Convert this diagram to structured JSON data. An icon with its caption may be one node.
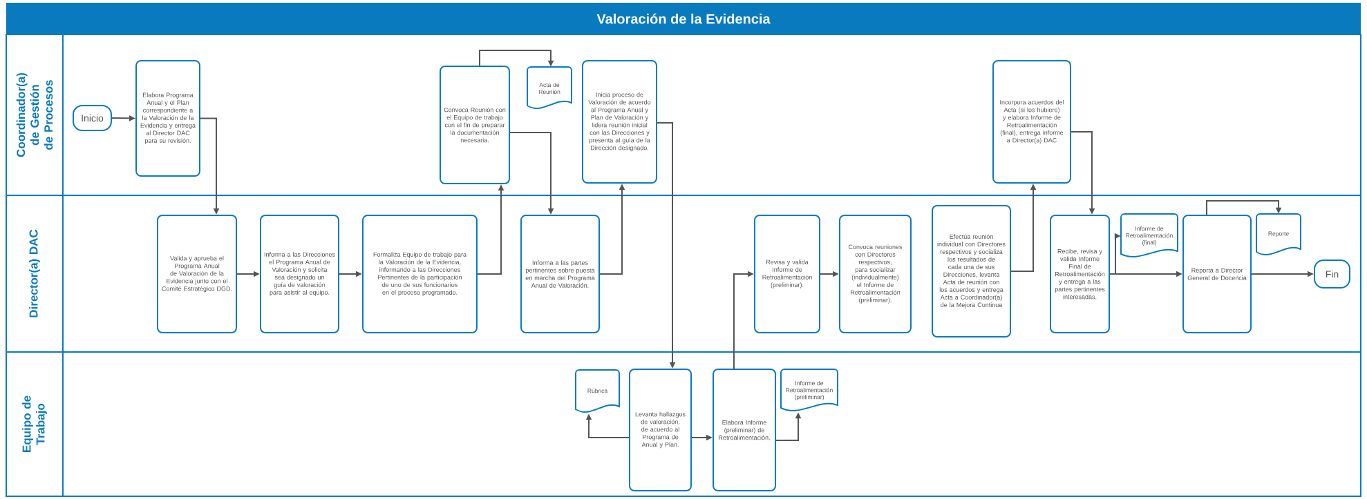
{
  "diagram": {
    "title": "Valoración de la Evidencia",
    "nodes": [
      {
        "text": [
          "Coordinador(a) de Gestión de Procesos"
        ]
      },
      {
        "text": [
          "Inicio"
        ],
        "in": 0
      },
      {
        "text": [
          "Elabora Programa Anual y el Plan correspondiente a la Valoración de la Evidencia y entrega al Director DAC para su revisión."
        ],
        "in": 0
      },
      {
        "text": [
          "Convoca Reunión con el Equipo de trabajo con el fin de preparar la documentación necesaria."
        ],
        "in": 0
      },
      {
        "text": [
          "Acta de Reunión"
        ],
        "in": 0
      },
      {
        "text": [
          "Inicia proceso de Valoración de acuerdo al Programa Anual y Plan de Valoración y lidera reunión inicial con las Direcciones y presenta al guía de la Dirección designado."
        ],
        "in": 0
      },
      {
        "text": [
          "Incorpora acuerdos del Acta (si los hubiere) y elabora Informe de Retroalimentación (final), entrega informe a Director(a) DAC"
        ],
        "in": 0
      },
      {
        "text": [
          "Director(a) DAC"
        ]
      },
      {
        "text": [
          "Valida y aprueba el Programa Anual de Valoración de la Evidencia junto con el Comité Estratégico DGD."
        ],
        "in": 7
      },
      {
        "text": [
          "Informa a las Direcciones el Programa Anual de Valoración y solicita sea designado un guía de valoración para asistir al equipo."
        ],
        "in": 7
      },
      {
        "text": [
          "Formaliza Equipo de trabajo para la Valoración de la Evidencia, informando a las Direcciones Pertinentes de la participación de uno de sus funcionarios en el proceso programado."
        ],
        "in": 7
      },
      {
        "text": [
          "Informa a las partes pertinentes sobre puesta en marcha del Programa Anual de Valoración."
        ],
        "in": 7
      },
      {
        "text": [
          "Revisa y valida Informe de Retroalimentación (preliminar)."
        ],
        "in": 7
      },
      {
        "text": [
          "Convoca reuniones con Directores respectivos, para socializar (individualmente) el Informe de Retroalimentación (preliminar)."
        ],
        "in": 7
      },
      {
        "text": [
          "Efectúa reunión individual con Directores respectivos y socializa los resultados de cada una de sus Direcciones, levanta Acta de reunión con los acuerdos y entrega Acta a Coordinador(a) de la Mejora Continua"
        ],
        "in": 7
      },
      {
        "text": [
          "Recibe, revisa y valida Informe Final de Retroalimentación y entrega a las partes pertinentes interesadas."
        ],
        "in": 7
      },
      {
        "text": [
          "Informe de Retroalimentación (final)"
        ],
        "in": 7
      },
      {
        "text": [
          "Reporta a Director General de Docencia"
        ],
        "in": 7
      },
      {
        "text": [
          "Reporte"
        ],
        "in": 7
      },
      {
        "text": [
          "Fin"
        ],
        "in": 7
      },
      {
        "text": [
          "Equipo de Trabajo"
        ]
      },
      {
        "text": [
          "Rúbrica"
        ],
        "in": 20
      },
      {
        "text": [
          "Levanta hallazgos de valoración, de acuerdo al Programa de Anual y Plan."
        ],
        "in": 20
      },
      {
        "text": [
          "Elabora Informe (preliminar) de Retroalimentación."
        ],
        "in": 20
      },
      {
        "text": [
          "Informe de Retroalimentación (preliminar)"
        ],
        "in": 20
      }
    ],
    "edges": [
      {
        "from": 1,
        "to": 2,
        "arrow": "to"
      },
      {
        "from": 2,
        "to": 8,
        "arrow": "to"
      },
      {
        "from": 8,
        "to": 9,
        "arrow": "to"
      },
      {
        "from": 9,
        "to": 10,
        "arrow": "to"
      },
      {
        "from": 10,
        "to": 3,
        "arrow": "to"
      },
      {
        "from": 3,
        "to": 4,
        "arrow": "to"
      },
      {
        "from": 3,
        "to": 11,
        "arrow": "to"
      },
      {
        "from": 11,
        "to": 5,
        "arrow": "to"
      },
      {
        "from": 5,
        "to": 22,
        "arrow": "to"
      },
      {
        "from": 22,
        "to": 21,
        "arrow": "to"
      },
      {
        "from": 22,
        "to": 23,
        "arrow": "to"
      },
      {
        "from": 23,
        "to": 24,
        "arrow": "to"
      },
      {
        "from": 23,
        "to": 12,
        "arrow": "to"
      },
      {
        "from": 12,
        "to": 13,
        "arrow": "to"
      },
      {
        "from": 14,
        "to": 6,
        "arrow": "to"
      },
      {
        "from": 6,
        "to": 15,
        "arrow": "to"
      },
      {
        "from": 15,
        "to": 16,
        "arrow": "to"
      },
      {
        "from": 15,
        "to": 17,
        "arrow": "to"
      },
      {
        "from": 17,
        "to": 18,
        "arrow": "to"
      },
      {
        "from": 17,
        "to": 19,
        "arrow": "to"
      }
    ]
  }
}
